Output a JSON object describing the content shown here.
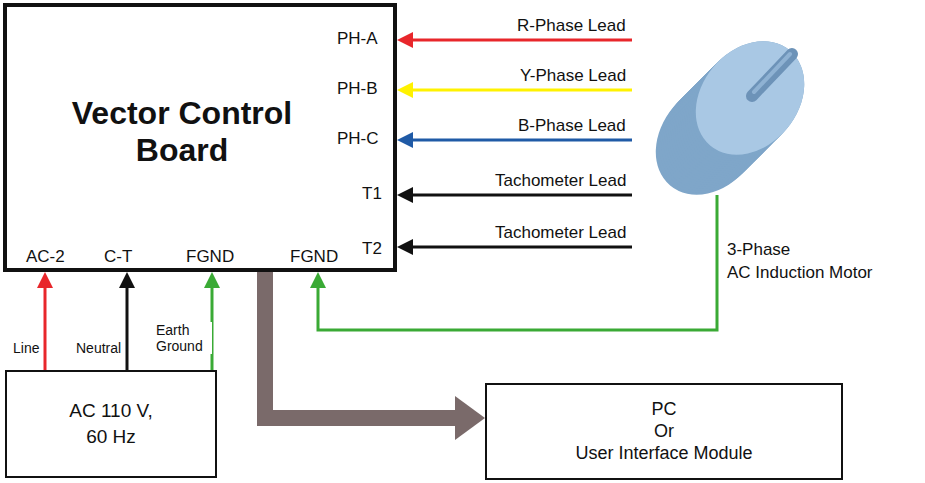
{
  "diagram": {
    "nodes": [
      {
        "text": [
          "Vector Control Board"
        ]
      },
      {
        "text": [
          "3-Phase",
          "AC Induction Motor"
        ]
      },
      {
        "text": [
          "AC 110 V, 60 Hz"
        ]
      },
      {
        "text": [
          "PC",
          "Or",
          "User Interface Module"
        ]
      }
    ],
    "edges": [
      {
        "from": 1,
        "to": 0,
        "label": "R-Phase Lead",
        "arrow": "to"
      },
      {
        "from": 1,
        "to": 0,
        "label": "Y-Phase Lead",
        "arrow": "to"
      },
      {
        "from": 1,
        "to": 0,
        "label": "B-Phase Lead",
        "arrow": "to"
      },
      {
        "from": 1,
        "to": 0,
        "label": "Tachometer Lead",
        "arrow": "to"
      },
      {
        "from": 1,
        "to": 0,
        "label": "Tachometer Lead",
        "arrow": "to"
      },
      {
        "from": 1,
        "to": 0,
        "arrow": "to"
      },
      {
        "from": 2,
        "to": 0,
        "label": "Line",
        "arrow": "to"
      },
      {
        "from": 2,
        "to": 0,
        "label": "Neutral",
        "arrow": "to"
      },
      {
        "from": 2,
        "to": 0,
        "label": "Earth Ground",
        "arrow": "to"
      },
      {
        "from": 0,
        "to": 3,
        "arrow": "to"
      }
    ],
    "labels": [
      "PH-A",
      "PH-B",
      "PH-C",
      "T1",
      "T2",
      "AC-2",
      "C-T",
      "FGND",
      "FGND"
    ]
  }
}
